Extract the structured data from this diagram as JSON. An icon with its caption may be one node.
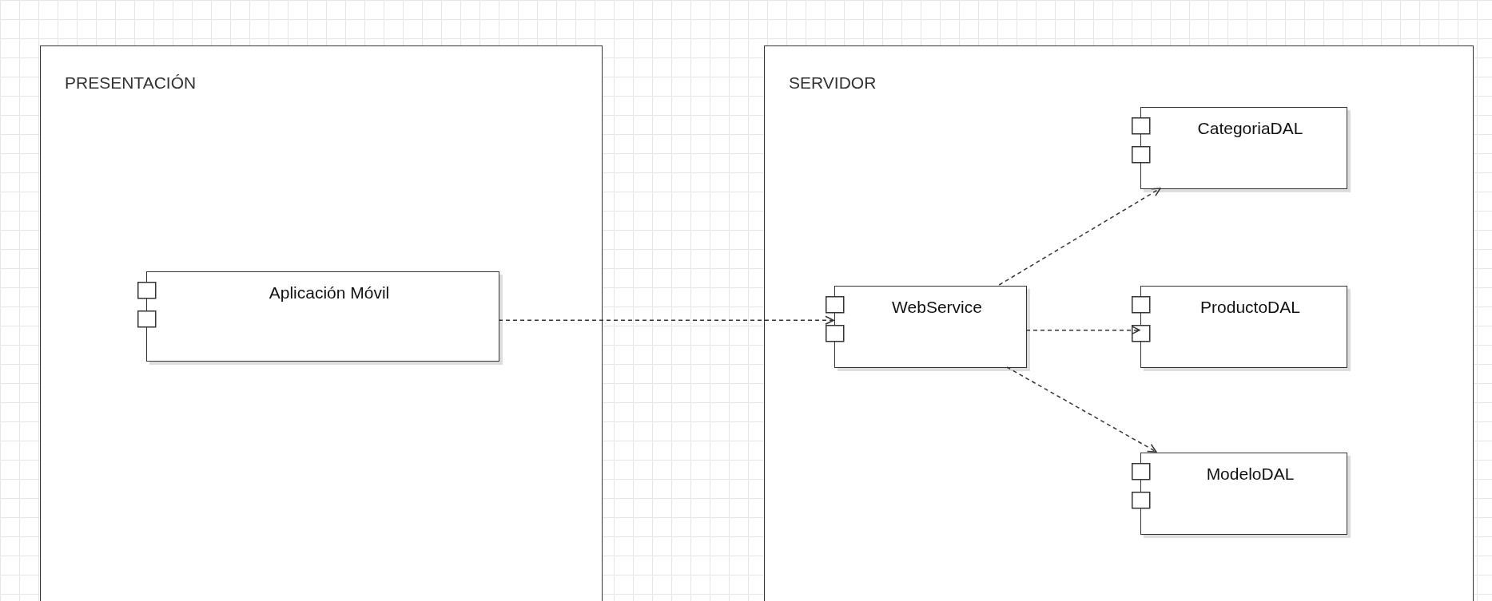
{
  "diagram": {
    "nodes": [
      {
        "text": [
          "PRESENTACIÓN"
        ]
      },
      {
        "text": [
          "Aplicación Móvil"
        ],
        "in": 0
      },
      {
        "text": [
          "SERVIDOR"
        ]
      },
      {
        "text": [
          "WebService"
        ],
        "in": 2
      },
      {
        "text": [
          "CategoriaDAL"
        ],
        "in": 2
      },
      {
        "text": [
          "ProductoDAL"
        ],
        "in": 2
      },
      {
        "text": [
          "ModeloDAL"
        ],
        "in": 2
      }
    ],
    "edges": [
      {
        "from": 1,
        "to": 3,
        "arrow": "to",
        "style": "dashed"
      },
      {
        "from": 3,
        "to": 4,
        "arrow": "to",
        "style": "dashed"
      },
      {
        "from": 3,
        "to": 5,
        "arrow": "to",
        "style": "dashed"
      },
      {
        "from": 3,
        "to": 6,
        "arrow": "to",
        "style": "dashed"
      }
    ]
  }
}
